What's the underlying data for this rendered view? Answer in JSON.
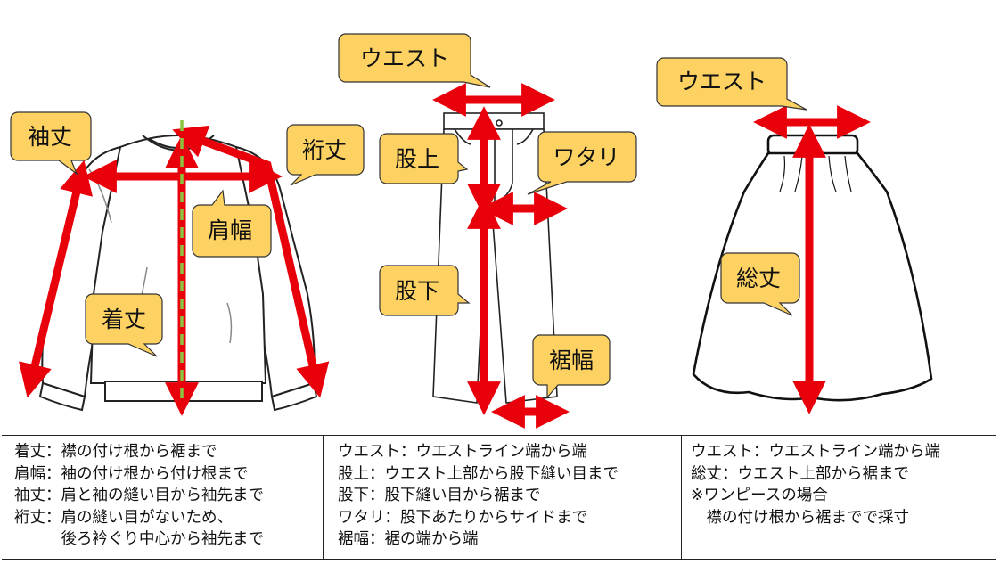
{
  "callouts": {
    "sleeve": "袖丈",
    "yuki": "裄丈",
    "shoulder": "肩幅",
    "length": "着丈",
    "pants_waist": "ウエスト",
    "rise": "股上",
    "thigh": "ワタリ",
    "inseam": "股下",
    "hem": "裾幅",
    "skirt_waist": "ウエスト",
    "total_length": "総丈"
  },
  "legend": {
    "tops": [
      "着丈：襟の付け根から裾まで",
      "肩幅：袖の付け根から付け根まで",
      "袖丈：肩と袖の縫い目から袖先まで",
      "裄丈：肩の縫い目がないため、",
      "　　　後ろ衿ぐり中心から袖先まで"
    ],
    "pants": [
      "ウエスト：ウエストライン端から端",
      "股上：ウエスト上部から股下縫い目まで",
      "股下：股下縫い目から裾まで",
      "ワタリ：股下あたりからサイドまで",
      "裾幅：裾の端から端"
    ],
    "skirt": [
      "ウエスト：ウエストライン端から端",
      "総丈：ウエスト上部から裾まで",
      "※ワンピースの場合",
      "　襟の付け根から裾までで採寸"
    ]
  },
  "colors": {
    "arrow": "#e8000b",
    "callout_fill": "#fdd262",
    "callout_stroke": "#333333",
    "center_line": "#8bc53f"
  }
}
